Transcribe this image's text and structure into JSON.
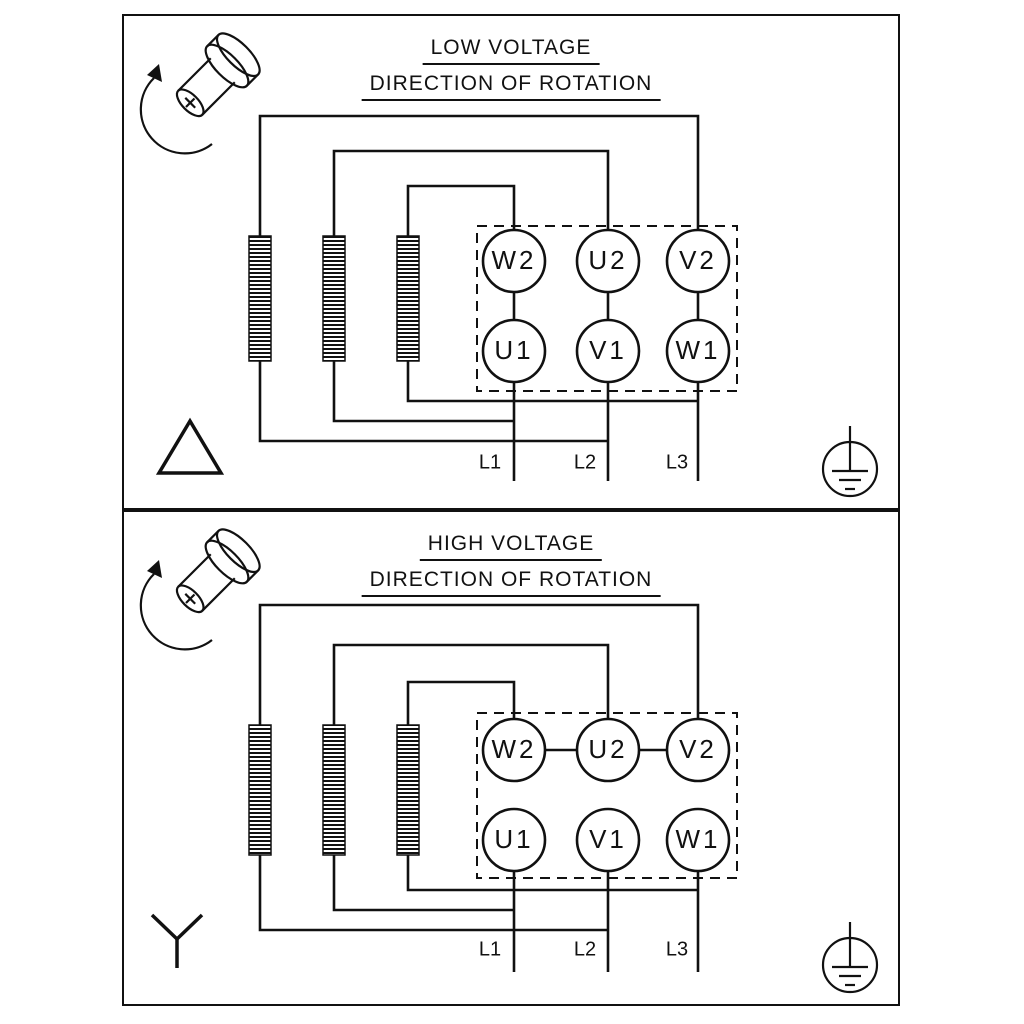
{
  "page": {
    "background": "#ffffff",
    "line_color": "#111111"
  },
  "icons": {
    "motor": "motor-shaft-rotation-icon",
    "low_voltage_connection": "delta-icon",
    "high_voltage_connection": "star-icon",
    "ground": "earth-ground-icon"
  },
  "panels": [
    {
      "title": "LOW VOLTAGE",
      "subtitle": "DIRECTION OF ROTATION",
      "connection": "delta",
      "terminals_top": [
        "W2",
        "U2",
        "V2"
      ],
      "terminals_bottom": [
        "U1",
        "V1",
        "W1"
      ],
      "line_labels": [
        "L1",
        "L2",
        "L3"
      ]
    },
    {
      "title": "HIGH VOLTAGE",
      "subtitle": "DIRECTION OF ROTATION",
      "connection": "star",
      "terminals_top": [
        "W2",
        "U2",
        "V2"
      ],
      "terminals_bottom": [
        "U1",
        "V1",
        "W1"
      ],
      "line_labels": [
        "L1",
        "L2",
        "L3"
      ]
    }
  ]
}
